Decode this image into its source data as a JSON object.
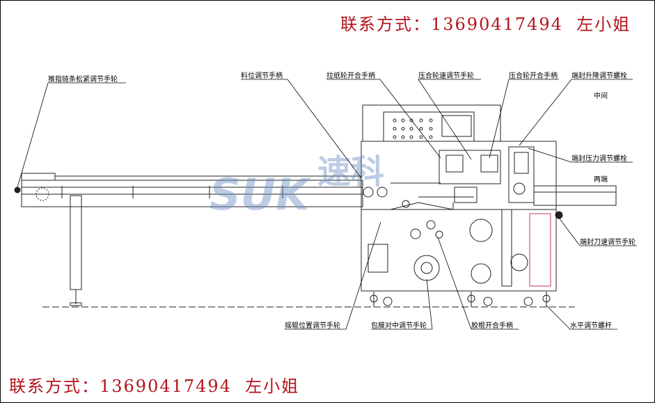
{
  "contact": {
    "top": "联系方式：13690417494  左小姐",
    "bottom": "联系方式：13690417494  左小姐"
  },
  "watermark": {
    "latin": "SUK",
    "chinese": "速科",
    "color": "#6f8fc4"
  },
  "labels": {
    "chain_tension": "推指链条松紧调节手轮",
    "material_handle": "料位调节手柄",
    "paper_roller": "拉纸轮开合手柄",
    "press_speed": "压合轮速调节手轮",
    "press_open": "压合轮开合手柄",
    "end_lift_bolt": "端封升降调节螺栓",
    "center": "中间",
    "end_pressure_bolt": "端封压力调节螺栓",
    "both_ends": "两端",
    "end_knife_wheel": "端封刀速调节手轮",
    "level_screw": "水平调节螺杆",
    "rubber_roller": "胶棍开合手柄",
    "film_center": "包膜对中调节手轮",
    "guide_roller": "摇辊位置调节手轮"
  },
  "colors": {
    "line": "#222222",
    "leader": "#000000",
    "accent": "#b3131b",
    "highlight": "#c0306a"
  }
}
